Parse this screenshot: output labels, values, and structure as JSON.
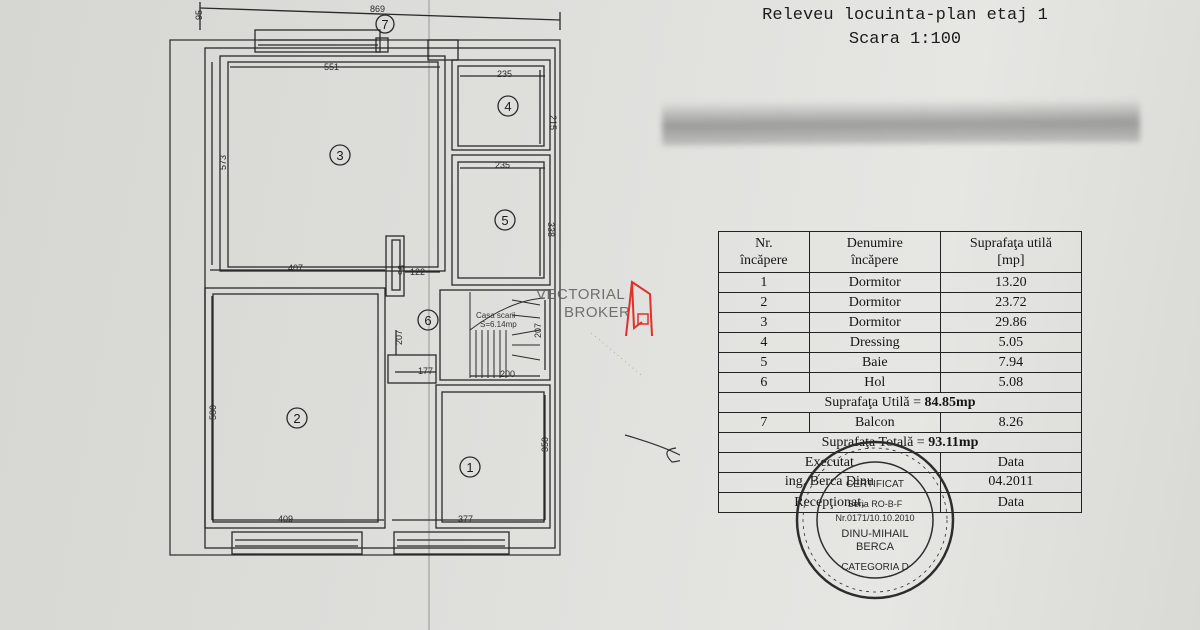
{
  "title": {
    "line1": "Releveu locuinta-plan etaj 1",
    "line2": "Scara 1:100"
  },
  "plan": {
    "dimensions": {
      "overall_width": "869",
      "top_edge": "95",
      "room3_width": "551",
      "room3_height": "573",
      "room4_width": "235",
      "room4_height": "215",
      "room5_width": "235",
      "room5_height": "338",
      "room2_width": "407",
      "hall_width": "122",
      "wall_95": "95",
      "hall_height": "207",
      "hall_bottom": "177",
      "stair_width": "200",
      "stair_height": "207",
      "room2_height": "580",
      "room1_height": "350",
      "bottom_left": "409",
      "bottom_right": "377"
    },
    "room_numbers": [
      "1",
      "2",
      "3",
      "4",
      "5",
      "6",
      "7"
    ],
    "stair_label_1": "Casa scarii",
    "stair_label_2": "S=6.14mp"
  },
  "watermark": {
    "line1": "VECTORIAL",
    "line2": "BROKER"
  },
  "table": {
    "headers": {
      "nr": [
        "Nr.",
        "încăpere"
      ],
      "name": [
        "Denumire",
        "încăpere"
      ],
      "area": [
        "Suprafaţa utilă",
        "[mp]"
      ]
    },
    "rows": [
      {
        "nr": "1",
        "name": "Dormitor",
        "area": "13.20"
      },
      {
        "nr": "2",
        "name": "Dormitor",
        "area": "23.72"
      },
      {
        "nr": "3",
        "name": "Dormitor",
        "area": "29.86"
      },
      {
        "nr": "4",
        "name": "Dressing",
        "area": "5.05"
      },
      {
        "nr": "5",
        "name": "Baie",
        "area": "7.94"
      },
      {
        "nr": "6",
        "name": "Hol",
        "area": "5.08"
      }
    ],
    "useful_area_label": "Suprafaţa Utilă = ",
    "useful_area_value": "84.85mp",
    "balcony": {
      "nr": "7",
      "name": "Balcon",
      "area": "8.26"
    },
    "total_area_label": "Suprafaţa Totală = ",
    "total_area_value": "93.11mp",
    "executed_label": "Executat",
    "date_label": "Data",
    "executor": "ing. Berca Dinu",
    "executed_date": "04.2011",
    "received_label": "Recepţionat,",
    "received_date_label": "Data"
  },
  "stamp": {
    "name_line1": "DINU-MIHAIL",
    "name_line2": "BERCA",
    "category": "CATEGORIA D",
    "series": "Seria RO-B-F",
    "number": "Nr.0171/10.10.2010",
    "cert": "CERTIFICAT"
  },
  "colors": {
    "ink": "#222222",
    "paper": "#dcdcd8",
    "watermark_red": "#e0302a"
  }
}
